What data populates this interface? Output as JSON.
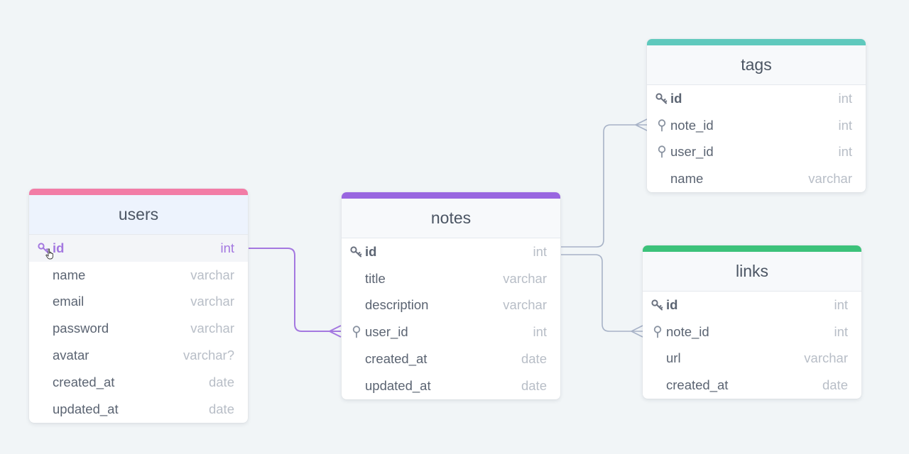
{
  "colors": {
    "background": "#f1f5f7",
    "users_accent": "#f27ca6",
    "notes_accent": "#9966e0",
    "tags_accent": "#5fc9bd",
    "links_accent": "#3cc27a",
    "relation_active": "#a478e0",
    "relation_default": "#a7b2c7"
  },
  "tables": {
    "users": {
      "title": "users",
      "columns": [
        {
          "name": "id",
          "type": "int",
          "icon": "key-icon"
        },
        {
          "name": "name",
          "type": "varchar",
          "icon": ""
        },
        {
          "name": "email",
          "type": "varchar",
          "icon": ""
        },
        {
          "name": "password",
          "type": "varchar",
          "icon": ""
        },
        {
          "name": "avatar",
          "type": "varchar?",
          "icon": ""
        },
        {
          "name": "created_at",
          "type": "date",
          "icon": ""
        },
        {
          "name": "updated_at",
          "type": "date",
          "icon": ""
        }
      ]
    },
    "notes": {
      "title": "notes",
      "columns": [
        {
          "name": "id",
          "type": "int",
          "icon": "key-icon"
        },
        {
          "name": "title",
          "type": "varchar",
          "icon": ""
        },
        {
          "name": "description",
          "type": "varchar",
          "icon": ""
        },
        {
          "name": "user_id",
          "type": "int",
          "icon": "foreign-key-icon"
        },
        {
          "name": "created_at",
          "type": "date",
          "icon": ""
        },
        {
          "name": "updated_at",
          "type": "date",
          "icon": ""
        }
      ]
    },
    "tags": {
      "title": "tags",
      "columns": [
        {
          "name": "id",
          "type": "int",
          "icon": "key-icon"
        },
        {
          "name": "note_id",
          "type": "int",
          "icon": "foreign-key-icon"
        },
        {
          "name": "user_id",
          "type": "int",
          "icon": "foreign-key-icon"
        },
        {
          "name": "name",
          "type": "varchar",
          "icon": ""
        }
      ]
    },
    "links": {
      "title": "links",
      "columns": [
        {
          "name": "id",
          "type": "int",
          "icon": "key-icon"
        },
        {
          "name": "note_id",
          "type": "int",
          "icon": "foreign-key-icon"
        },
        {
          "name": "url",
          "type": "varchar",
          "icon": ""
        },
        {
          "name": "created_at",
          "type": "date",
          "icon": ""
        }
      ]
    }
  },
  "relations": [
    {
      "from": "users.id",
      "to": "notes.user_id",
      "highlighted": true
    },
    {
      "from": "notes.id",
      "to": "tags.note_id",
      "highlighted": false
    },
    {
      "from": "notes.id",
      "to": "links.note_id",
      "highlighted": false
    }
  ]
}
